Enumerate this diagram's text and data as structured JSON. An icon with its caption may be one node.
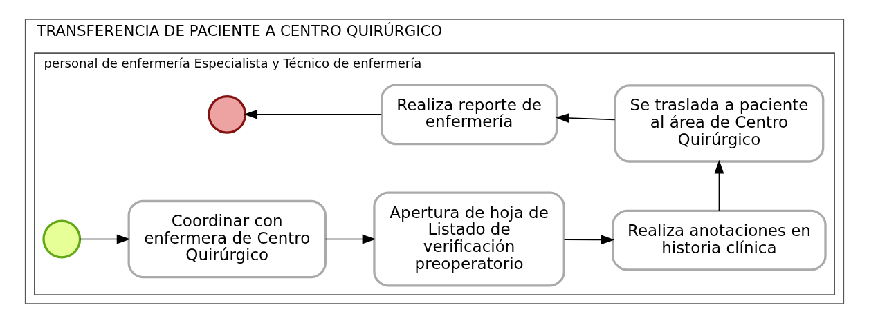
{
  "diagram": {
    "nodes": [
      {
        "text": [
          "TRANSFERENCIA DE PACIENTE A CENTRO QUIRÚRGICO"
        ]
      },
      {
        "text": [
          "personal de enfermería Especialista y Técnico de enfermería"
        ],
        "in": 0
      },
      {
        "text": [],
        "shape": "circle",
        "in": 1
      },
      {
        "text": [
          "Coordinar con enfermera de Centro Quirúrgico"
        ],
        "in": 1
      },
      {
        "text": [
          "Apertura de hoja de Listado de verificación preoperatorio"
        ],
        "in": 1
      },
      {
        "text": [
          "Realiza anotaciones en historia clínica"
        ],
        "in": 1
      },
      {
        "text": [
          "Se traslada a paciente al área de Centro Quirúrgico"
        ],
        "in": 1
      },
      {
        "text": [
          "Realiza reporte de enfermería"
        ],
        "in": 1
      },
      {
        "text": [],
        "shape": "circle",
        "in": 1
      }
    ],
    "edges": [
      {
        "from": 2,
        "to": 3,
        "arrow": "to"
      },
      {
        "from": 3,
        "to": 4,
        "arrow": "to"
      },
      {
        "from": 4,
        "to": 5,
        "arrow": "to"
      },
      {
        "from": 5,
        "to": 6,
        "arrow": "to"
      },
      {
        "from": 6,
        "to": 7,
        "arrow": "to"
      },
      {
        "from": 7,
        "to": 8,
        "arrow": "to"
      }
    ]
  }
}
